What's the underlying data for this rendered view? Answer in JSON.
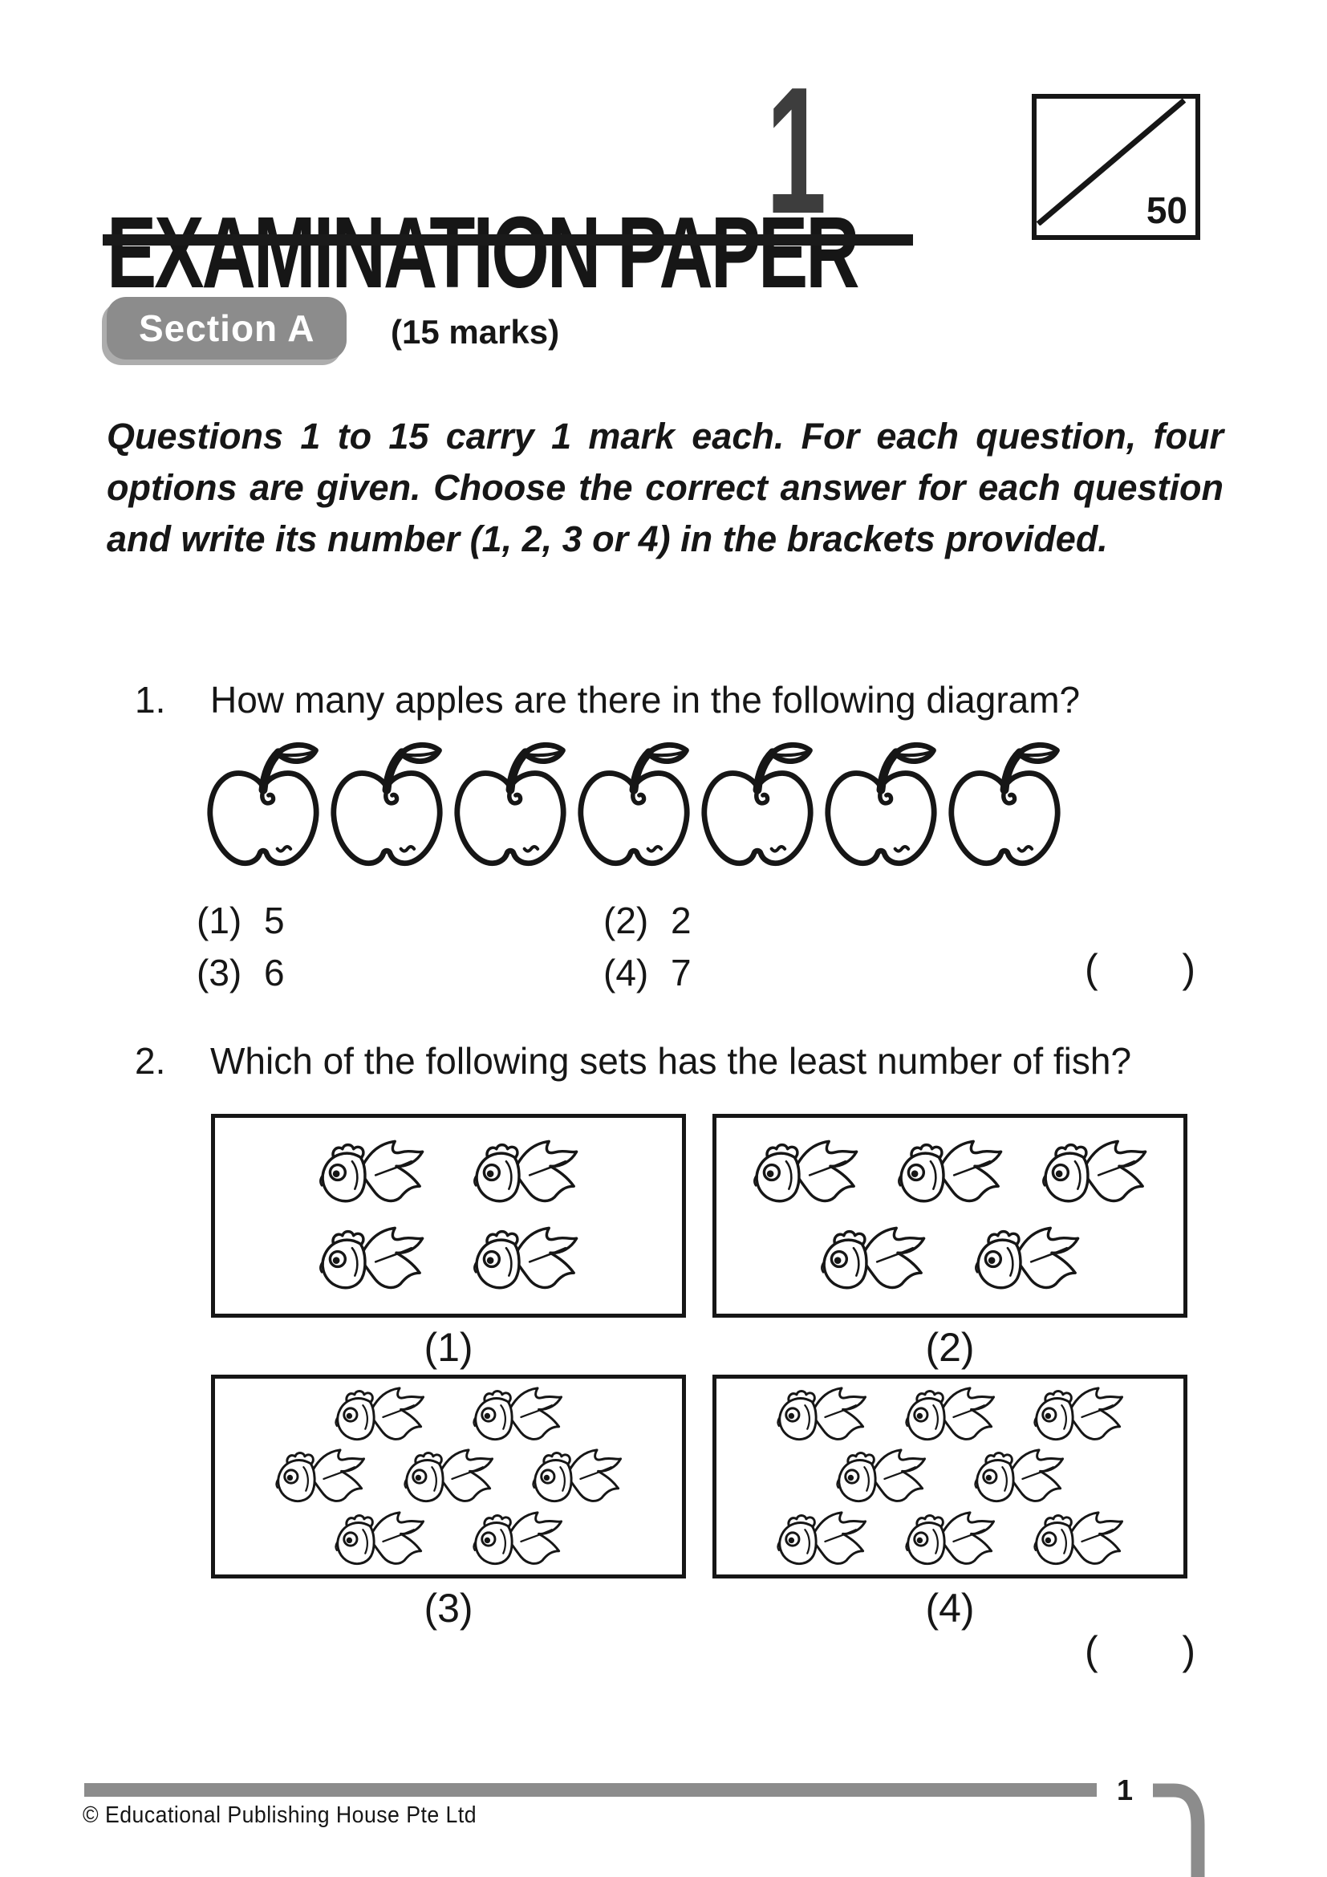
{
  "header": {
    "title": "EXAMINATION PAPER",
    "paper_number": "1",
    "score_box": {
      "total": "50"
    }
  },
  "section": {
    "badge": "Section A",
    "marks": "(15 marks)",
    "instructions": "Questions 1 to 15 carry 1 mark each. For each question, four options are given. Choose the correct answer for each question and write its number (1, 2, 3 or 4) in the brackets provided."
  },
  "questions": [
    {
      "number": "1.",
      "text": "How many apples are there in the following diagram?",
      "diagram": {
        "icon": "apple-icon",
        "count": 7
      },
      "options": [
        {
          "label": "(1)",
          "value": "5"
        },
        {
          "label": "(2)",
          "value": "2"
        },
        {
          "label": "(3)",
          "value": "6"
        },
        {
          "label": "(4)",
          "value": "7"
        }
      ],
      "answer_bracket": {
        "open": "(",
        "close": ")"
      }
    },
    {
      "number": "2.",
      "text": "Which of the following sets has the least number of fish?",
      "sets": [
        {
          "label": "(1)",
          "icon": "fish-icon",
          "fish_count": 4,
          "rows": [
            2,
            2
          ]
        },
        {
          "label": "(2)",
          "icon": "fish-icon",
          "fish_count": 5,
          "rows": [
            3,
            2
          ]
        },
        {
          "label": "(3)",
          "icon": "fish-icon",
          "fish_count": 7,
          "rows": [
            2,
            3,
            2
          ]
        },
        {
          "label": "(4)",
          "icon": "fish-icon",
          "fish_count": 8,
          "rows": [
            3,
            2,
            3
          ]
        }
      ],
      "answer_bracket": {
        "open": "(",
        "close": ")"
      }
    }
  ],
  "footer": {
    "copyright": "© Educational Publishing House Pte Ltd",
    "page_number": "1"
  },
  "colors": {
    "ink": "#161616",
    "accent_gray": "#8c8c8c",
    "paper_number_gray": "#3d3d3d"
  }
}
